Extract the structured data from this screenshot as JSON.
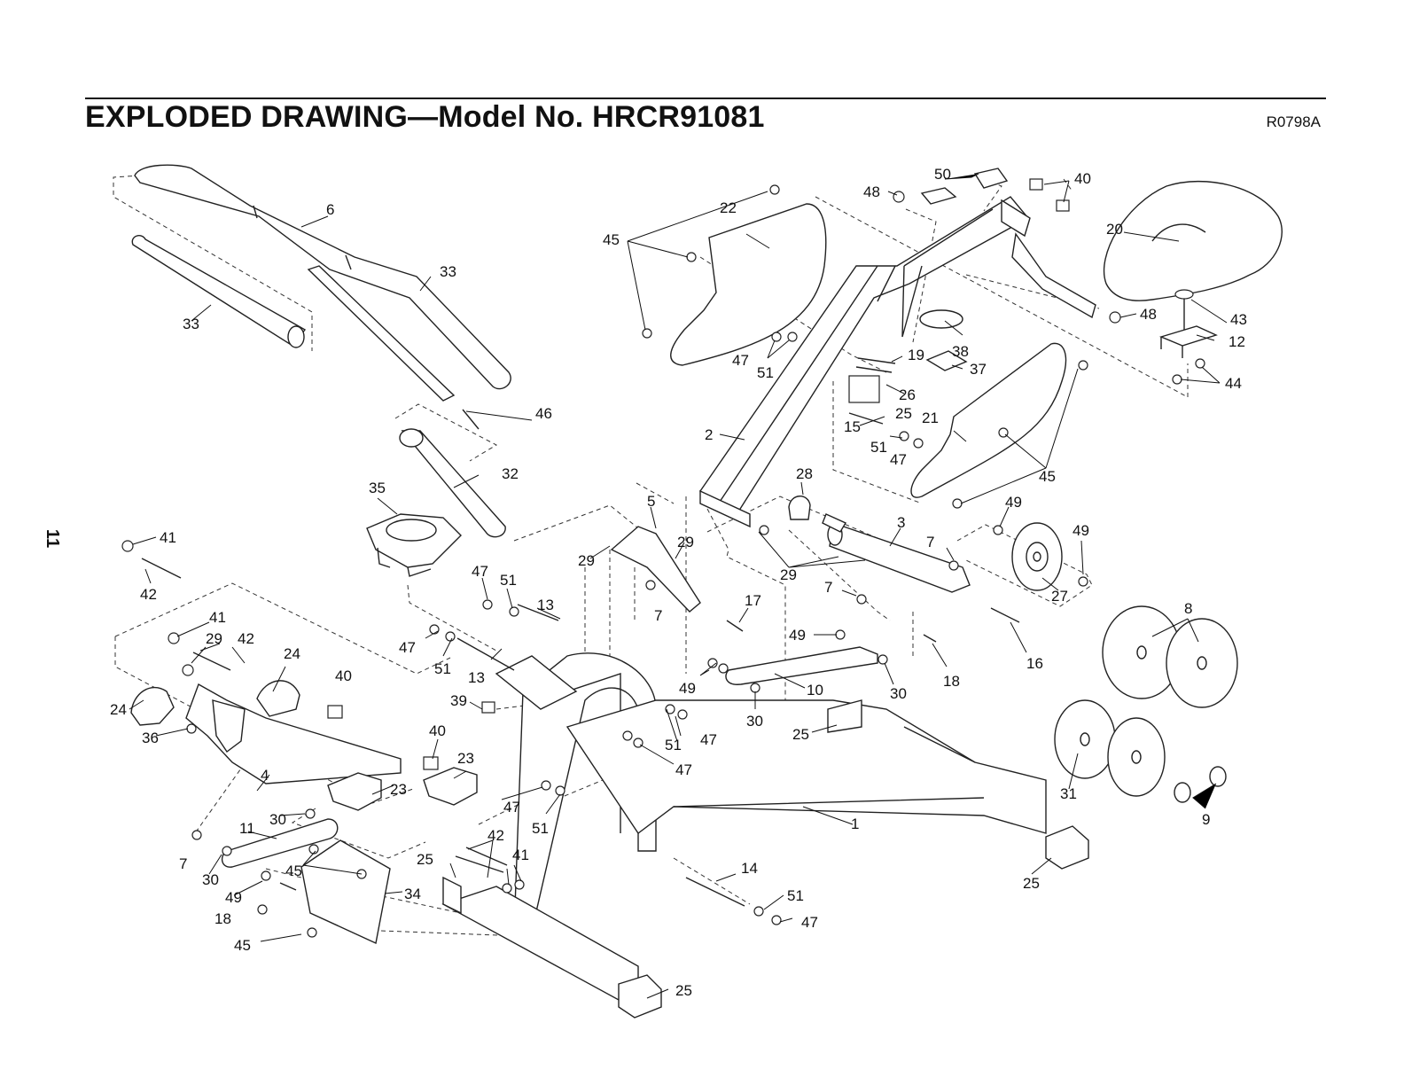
{
  "header": {
    "title": "EXPLODED DRAWING—Model No. HRCR91081",
    "drawing_code": "R0798A",
    "page_number": "11"
  },
  "callouts": [
    "1",
    "2",
    "3",
    "4",
    "5",
    "6",
    "7",
    "8",
    "9",
    "10",
    "11",
    "12",
    "13",
    "14",
    "15",
    "16",
    "17",
    "18",
    "19",
    "20",
    "21",
    "22",
    "23",
    "24",
    "25",
    "26",
    "27",
    "28",
    "29",
    "30",
    "31",
    "32",
    "33",
    "34",
    "35",
    "36",
    "37",
    "38",
    "39",
    "40",
    "41",
    "42",
    "43",
    "44",
    "45",
    "46",
    "47",
    "48",
    "49",
    "50",
    "51"
  ]
}
